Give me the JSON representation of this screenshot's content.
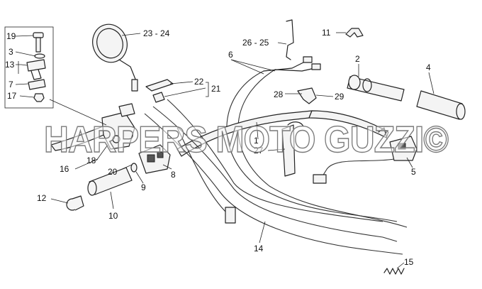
{
  "callouts": {
    "c19": "19",
    "c3": "3",
    "c13": "13",
    "c7": "7",
    "c17": "17",
    "c23_24": "23 - 24",
    "c22": "22",
    "c21": "21",
    "c26_25": "26 - 25",
    "c11": "11",
    "c6": "6",
    "c2": "2",
    "c4": "4",
    "c28": "28",
    "c29": "29",
    "c1": "1",
    "c27": "27",
    "c18": "18",
    "c16": "16",
    "c20": "20",
    "c8": "8",
    "c9": "9",
    "c5": "5",
    "c12": "12",
    "c10": "10",
    "c14": "14",
    "c15": "15"
  },
  "watermark": "HARPERS MOTO GUZZI©"
}
